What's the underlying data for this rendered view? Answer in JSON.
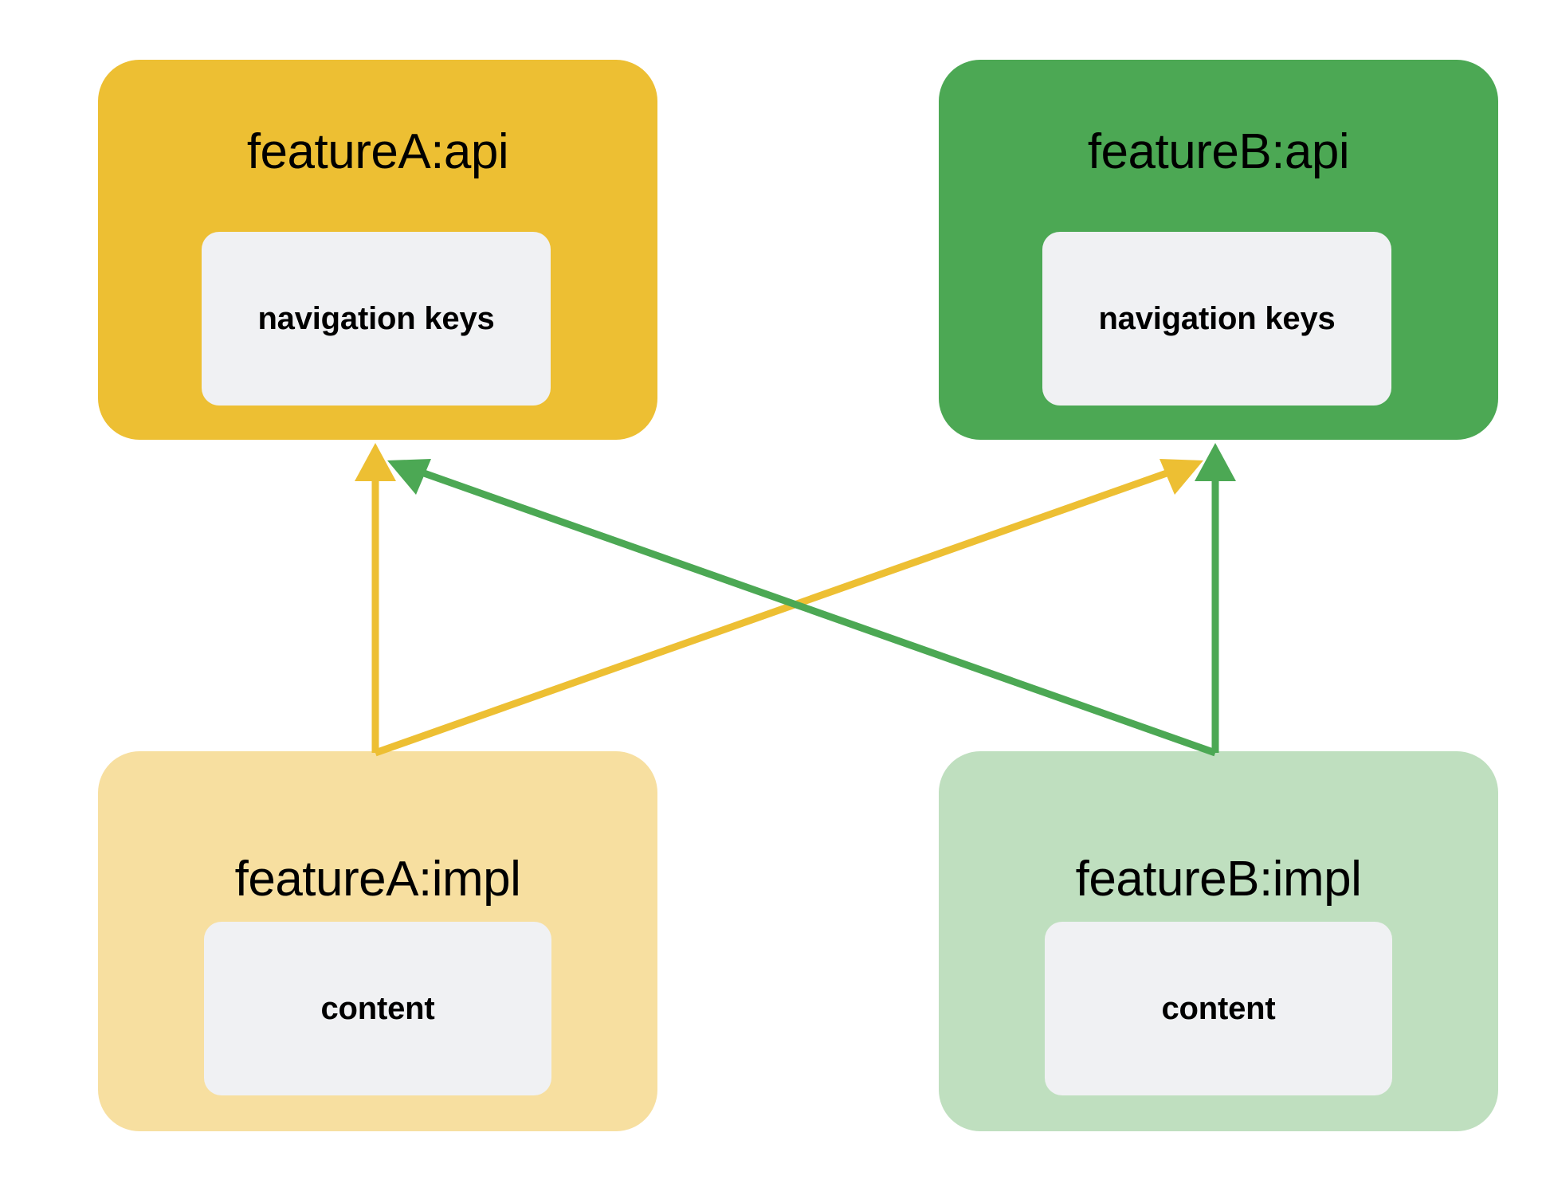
{
  "diagram": {
    "title": "feature module api / impl dependency diagram",
    "background": "#FFFFFF",
    "colors": {
      "api_a": "#EDBF33",
      "api_b": "#4CA854",
      "impl_a": "#F7DFA0",
      "impl_b": "#BFDFBF",
      "inner_panel": "#F0F1F3",
      "text": "#000000",
      "arrow_yellow": "#EDBF33",
      "arrow_green": "#4CA854"
    }
  },
  "modules": [
    {
      "id": "featureA-api",
      "title": "featureA:api",
      "inner_label": "navigation keys",
      "color": "#EDBF33",
      "row": "top",
      "column": "left"
    },
    {
      "id": "featureB-api",
      "title": "featureB:api",
      "inner_label": "navigation keys",
      "color": "#4CA854",
      "row": "top",
      "column": "right"
    },
    {
      "id": "featureA-impl",
      "title": "featureA:impl",
      "inner_label": "content",
      "color": "#F7DFA0",
      "row": "bottom",
      "column": "left"
    },
    {
      "id": "featureB-impl",
      "title": "featureB:impl",
      "inner_label": "content",
      "color": "#BFDFBF",
      "row": "bottom",
      "column": "right"
    }
  ],
  "edges": [
    {
      "id": "edge-a-impl-to-a-api",
      "from": "featureA:impl",
      "to": "featureA:api",
      "color": "#EDBF33",
      "style": "straight-vertical"
    },
    {
      "id": "edge-a-impl-to-b-api",
      "from": "featureA:impl",
      "to": "featureB:api",
      "color": "#EDBF33",
      "style": "diagonal"
    },
    {
      "id": "edge-b-impl-to-b-api",
      "from": "featureB:impl",
      "to": "featureB:api",
      "color": "#4CA854",
      "style": "straight-vertical"
    },
    {
      "id": "edge-b-impl-to-a-api",
      "from": "featureB:impl",
      "to": "featureA:api",
      "color": "#4CA854",
      "style": "diagonal"
    }
  ]
}
